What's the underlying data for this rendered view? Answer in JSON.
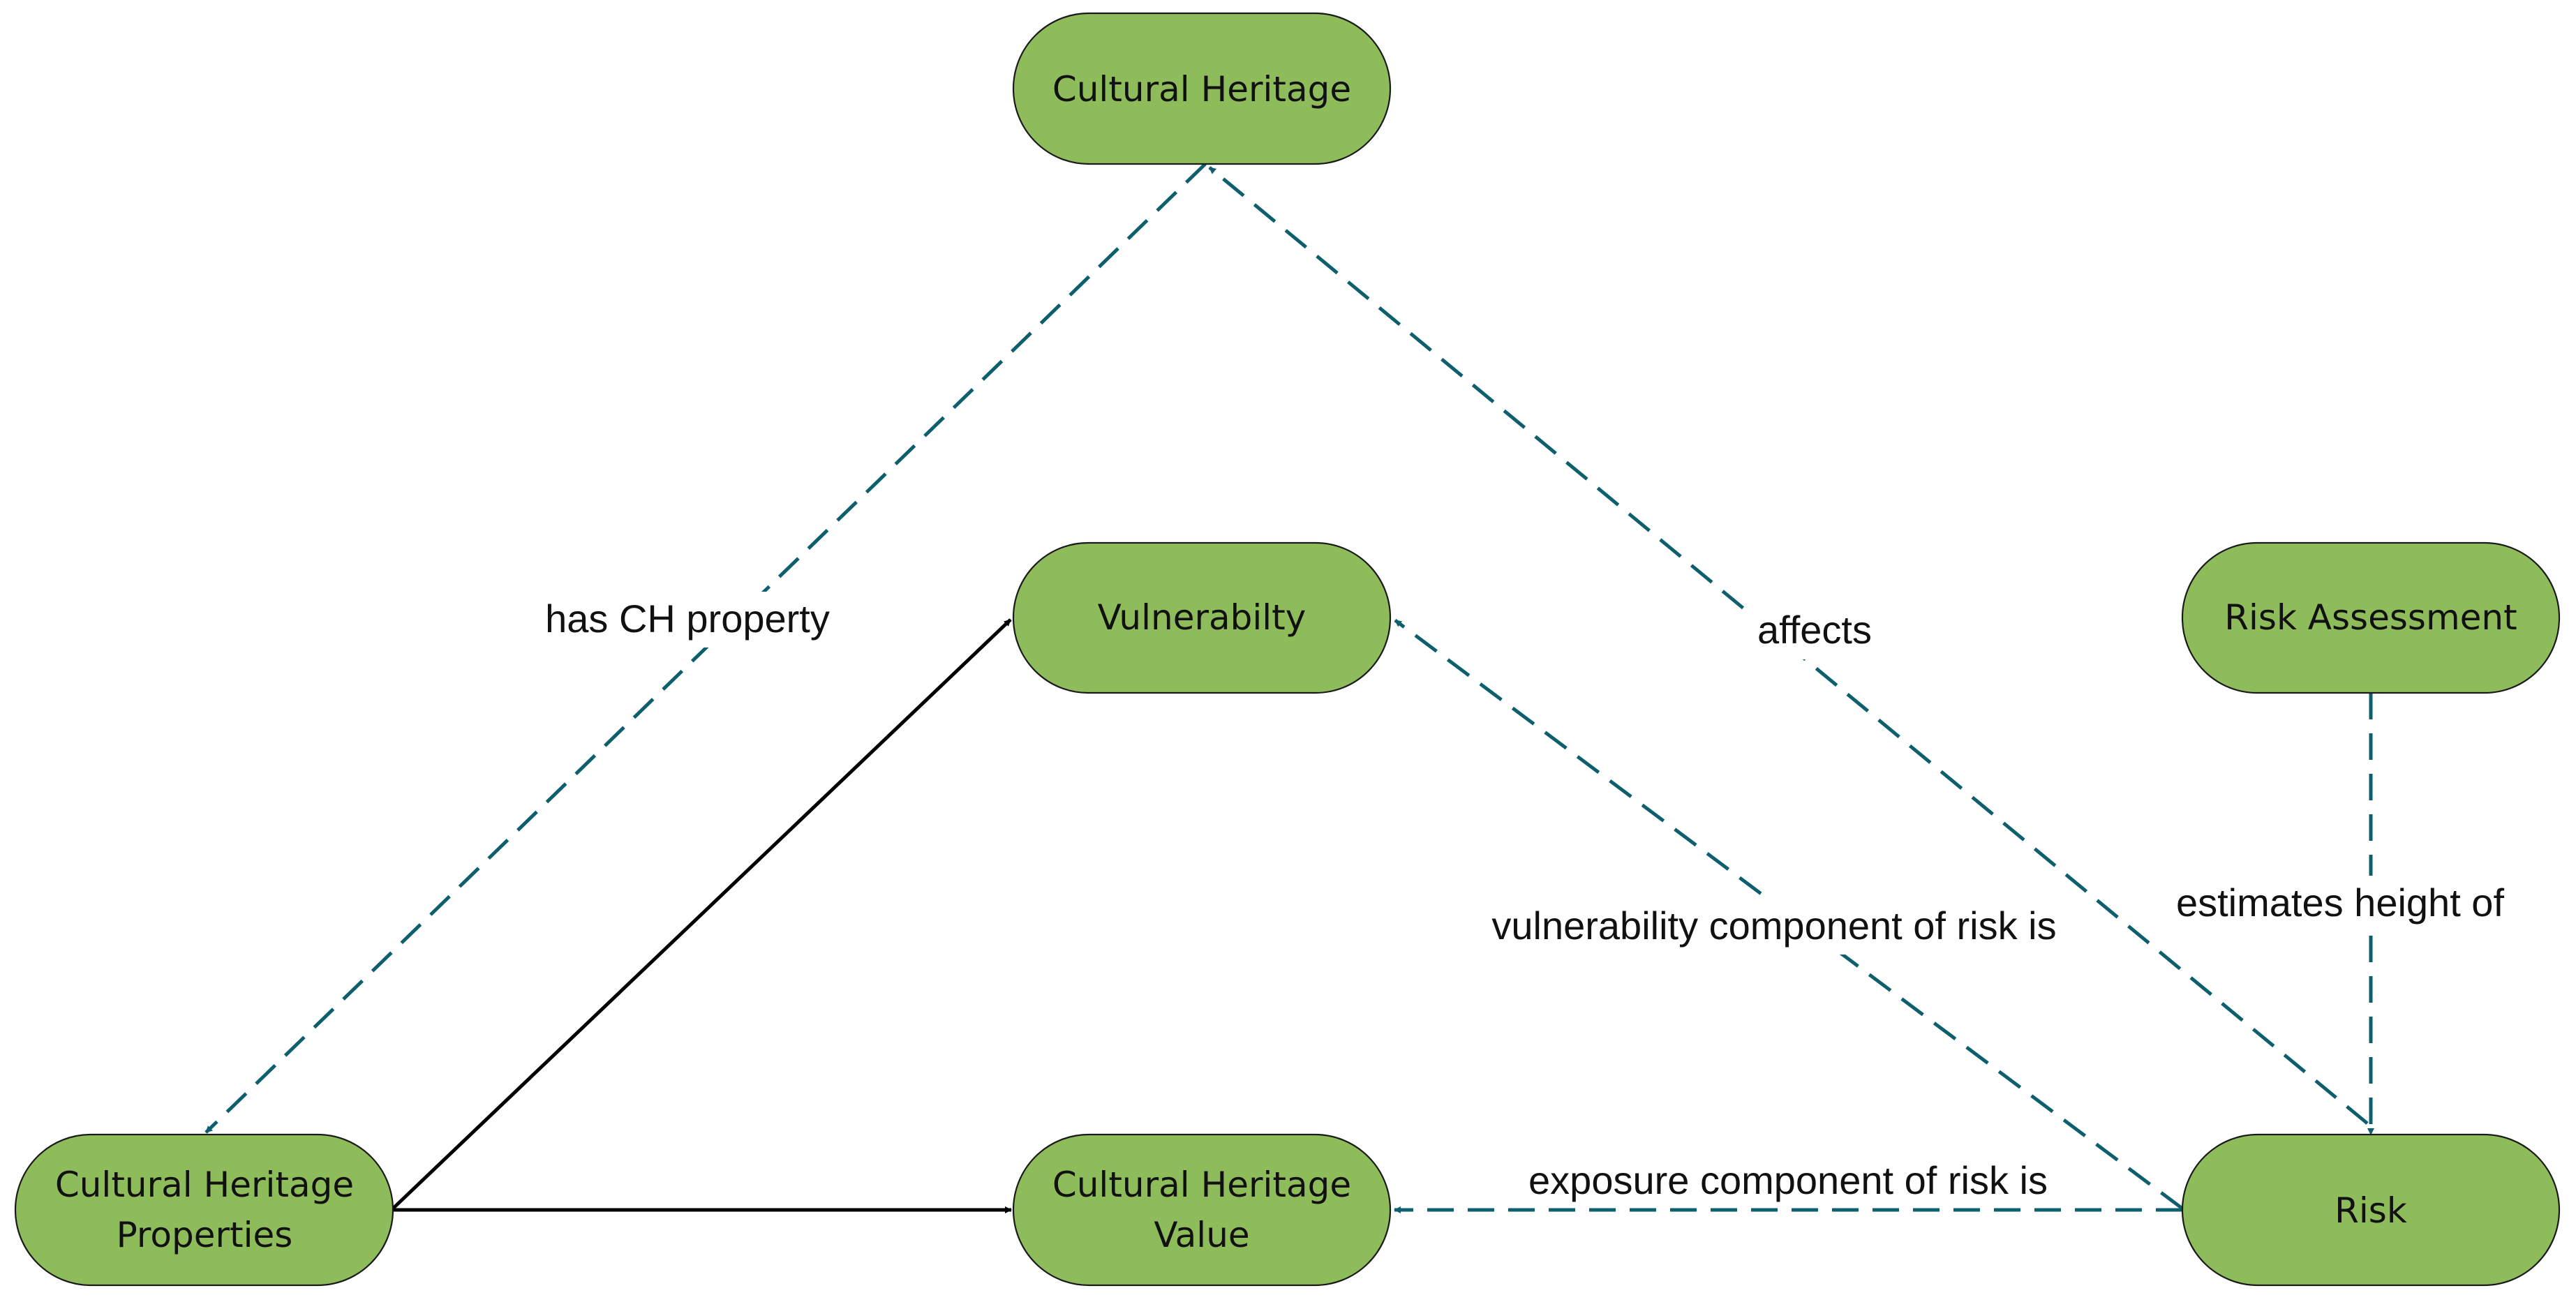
{
  "nodes": {
    "cultural_heritage": "Cultural Heritage",
    "vulnerability": "Vulnerabilty",
    "risk_assessment": "Risk Assessment",
    "ch_properties": [
      "Cultural Heritage",
      "Properties"
    ],
    "ch_value": [
      "Cultural Heritage",
      "Value"
    ],
    "risk": "Risk"
  },
  "edges": {
    "has_ch_property": "has CH property",
    "affects": "affects",
    "estimates_height_of": "estimates height of",
    "vulnerability_component": "vulnerability component of risk is",
    "exposure_component": "exposure component of risk is"
  },
  "colors": {
    "node_fill": "#8fbc5a",
    "dashed_edge": "#0e5f6e",
    "solid_edge": "#000000"
  }
}
